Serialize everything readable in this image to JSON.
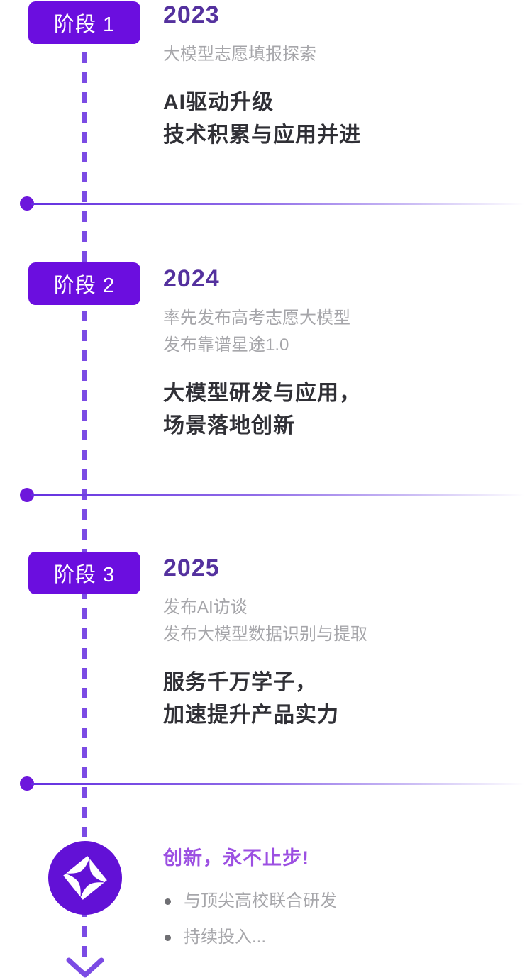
{
  "brand": {
    "primary": "#6B0EDF",
    "circle": "#6211D6",
    "dash": "#7B4BE4",
    "year_color": "#54319E",
    "heading_color": "#303036",
    "muted_color": "#A6A6AA",
    "footer_title_color": "#9C50E2"
  },
  "stages": [
    {
      "badge": "阶段 1",
      "year": "2023",
      "subtitle": "大模型志愿填报探索",
      "heading": "AI驱动升级\n技术积累与应用并进"
    },
    {
      "badge": "阶段 2",
      "year": "2024",
      "subtitle": "率先发布高考志愿大模型\n发布靠谱星途1.0",
      "heading": "大模型研发与应用，\n场景落地创新"
    },
    {
      "badge": "阶段 3",
      "year": "2025",
      "subtitle": "发布AI访谈\n发布大模型数据识别与提取",
      "heading": "服务千万学子，\n加速提升产品实力"
    }
  ],
  "footer": {
    "title": "创新，永不止步!",
    "bullets": [
      "与顶尖高校联合研发",
      "持续投入..."
    ],
    "icon": "sparkle-diamond-icon"
  }
}
